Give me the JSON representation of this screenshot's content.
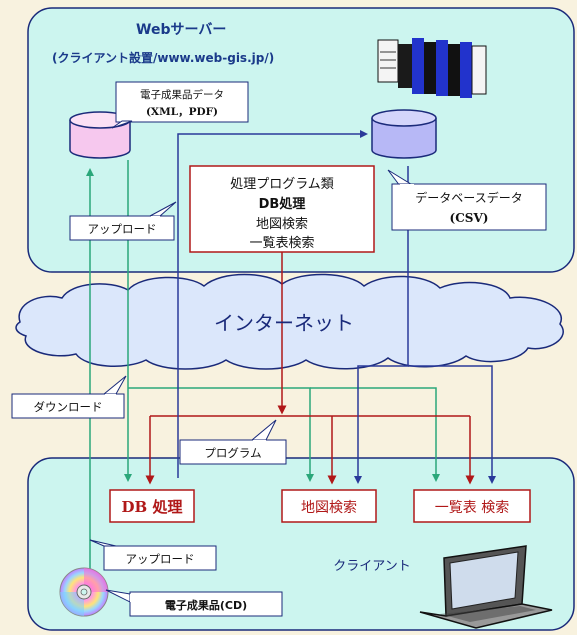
{
  "server": {
    "title": "Webサーバー",
    "subtitle": "(クライアント設置/www.web-gis.jp/)"
  },
  "deliverables_data": {
    "line1": "電子成果品データ",
    "line2": "(XML，PDF)"
  },
  "database_data": {
    "line1": "データベースデータ",
    "line2": "(CSV)"
  },
  "programs": {
    "line1": "処理プログラム類",
    "line2": "DB処理",
    "line3": "地図検索",
    "line4": "一覧表検索"
  },
  "labels": {
    "upload_top": "アップロード",
    "internet": "インターネット",
    "download": "ダウンロード",
    "program": "プログラム",
    "upload_bottom": "アップロード",
    "cd": "電子成果品(CD)",
    "client": "クライアント"
  },
  "client_boxes": {
    "db": "DB 処理",
    "map": "地図検索",
    "list": "一覧表 検索"
  },
  "colors": {
    "background": "#f8f2df",
    "panel": "#ccf5ef",
    "panel_border": "#1a2a7a",
    "upload_arrow": "#2aa77a",
    "program_arrow": "#b01818",
    "data_arrow": "#2a3a9a",
    "box_border": "#b01818",
    "db_pink": "#f6c8ee",
    "db_blue": "#b7b8f6"
  }
}
